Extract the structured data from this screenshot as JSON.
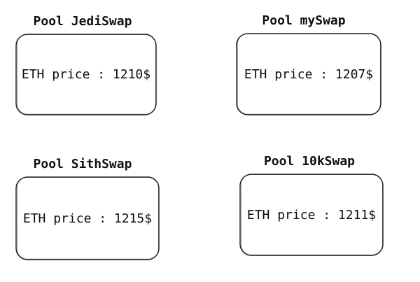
{
  "diagram": {
    "background_color": "#ffffff",
    "stroke_color": "#1b1b1b",
    "text_color": "#111111",
    "pools": [
      {
        "name": "Pool JediSwap",
        "price_label": "ETH price : 1210$",
        "eth_price_usd": 1210
      },
      {
        "name": "Pool mySwap",
        "price_label": "ETH price : 1207$",
        "eth_price_usd": 1207
      },
      {
        "name": "Pool SithSwap",
        "price_label": "ETH price : 1215$",
        "eth_price_usd": 1215
      },
      {
        "name": "Pool 10kSwap",
        "price_label": "ETH price : 1211$",
        "eth_price_usd": 1211
      }
    ]
  }
}
